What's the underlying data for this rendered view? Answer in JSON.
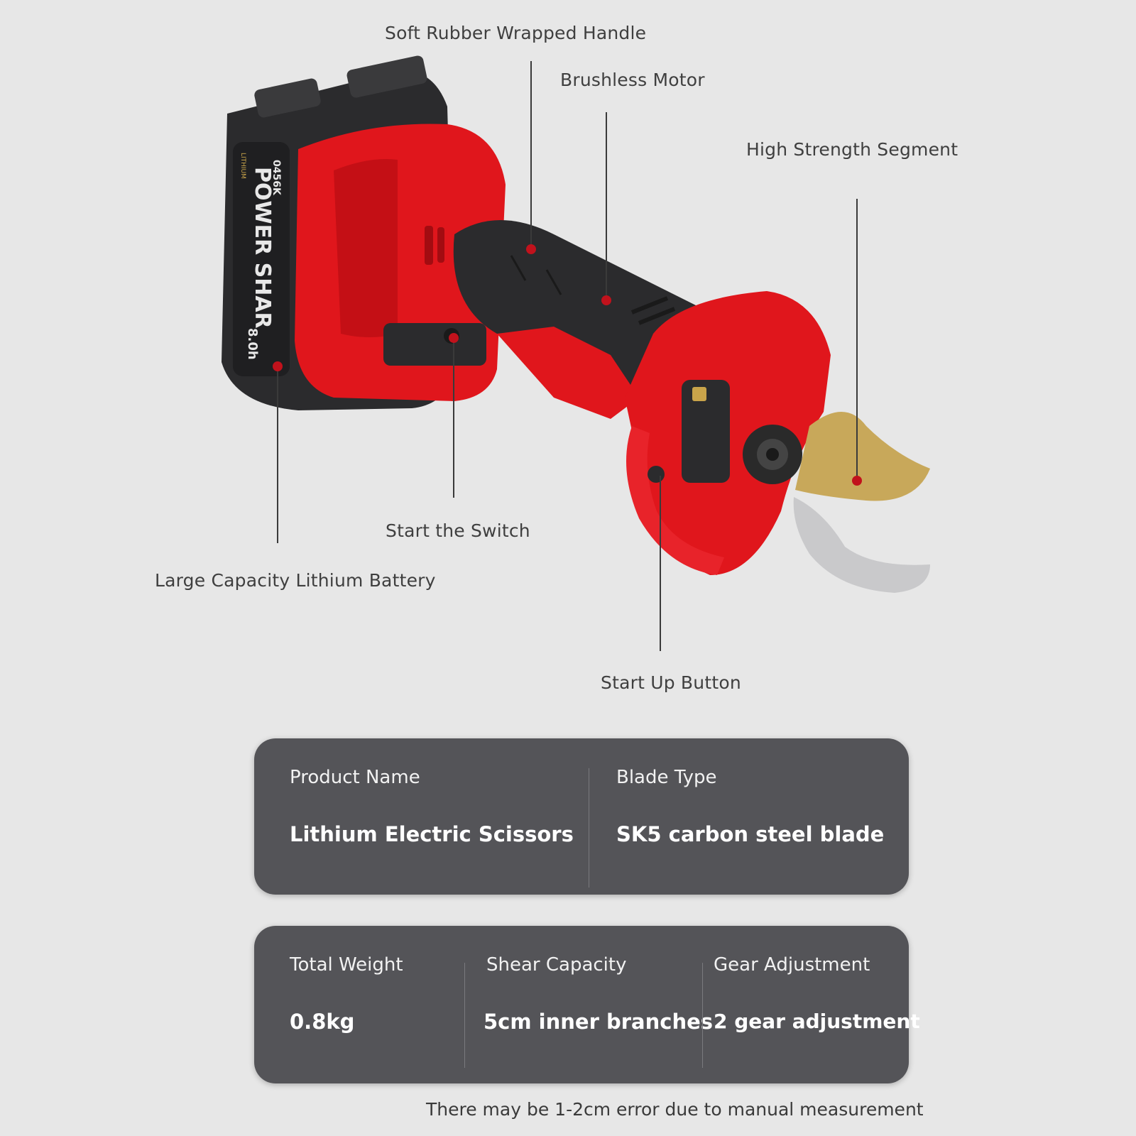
{
  "callouts": {
    "handle": "Soft Rubber Wrapped Handle",
    "motor": "Brushless Motor",
    "segment": "High Strength Segment",
    "switch": "Start the Switch",
    "battery": "Large Capacity Lithium Battery",
    "button": "Start Up Button"
  },
  "battery_branding": {
    "brand": "POWER SHAR",
    "model": "0456K",
    "type": "LITHIUM",
    "capacity": "8.0h"
  },
  "specs_top": [
    {
      "label": "Product Name",
      "value": "Lithium Electric Scissors"
    },
    {
      "label": "Blade Type",
      "value": "SK5 carbon steel blade"
    }
  ],
  "specs_bottom": [
    {
      "label": "Total Weight",
      "value": "0.8kg"
    },
    {
      "label": "Shear Capacity",
      "value": "5cm inner branches"
    },
    {
      "label": "Gear Adjustment",
      "value": "2 gear adjustment"
    }
  ],
  "footnote": "There may be 1-2cm error due to manual measurement",
  "colors": {
    "tool_red": "#e0161c",
    "tool_dark": "#2b2b2d",
    "marker_red": "#c1121c",
    "card_bg": "#545458",
    "blade_gold": "#c8a85a",
    "blade_silver": "#c9c9cb"
  }
}
